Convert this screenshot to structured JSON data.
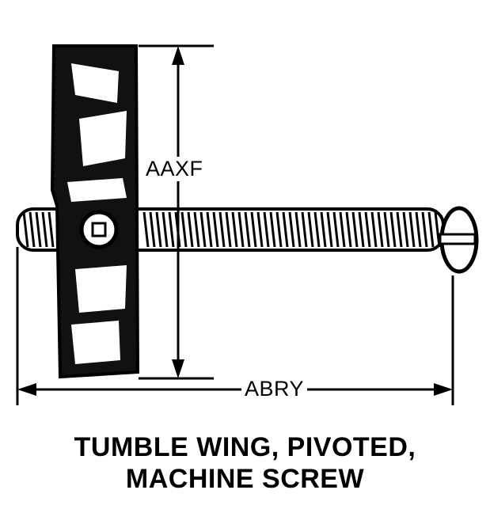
{
  "dimensions": {
    "height_label": "AAXF",
    "length_label": "ABRY"
  },
  "caption": {
    "line1": "TUMBLE WING, PIVOTED,",
    "line2": "MACHINE SCREW"
  },
  "colors": {
    "ink": "#000000",
    "background": "#ffffff"
  }
}
